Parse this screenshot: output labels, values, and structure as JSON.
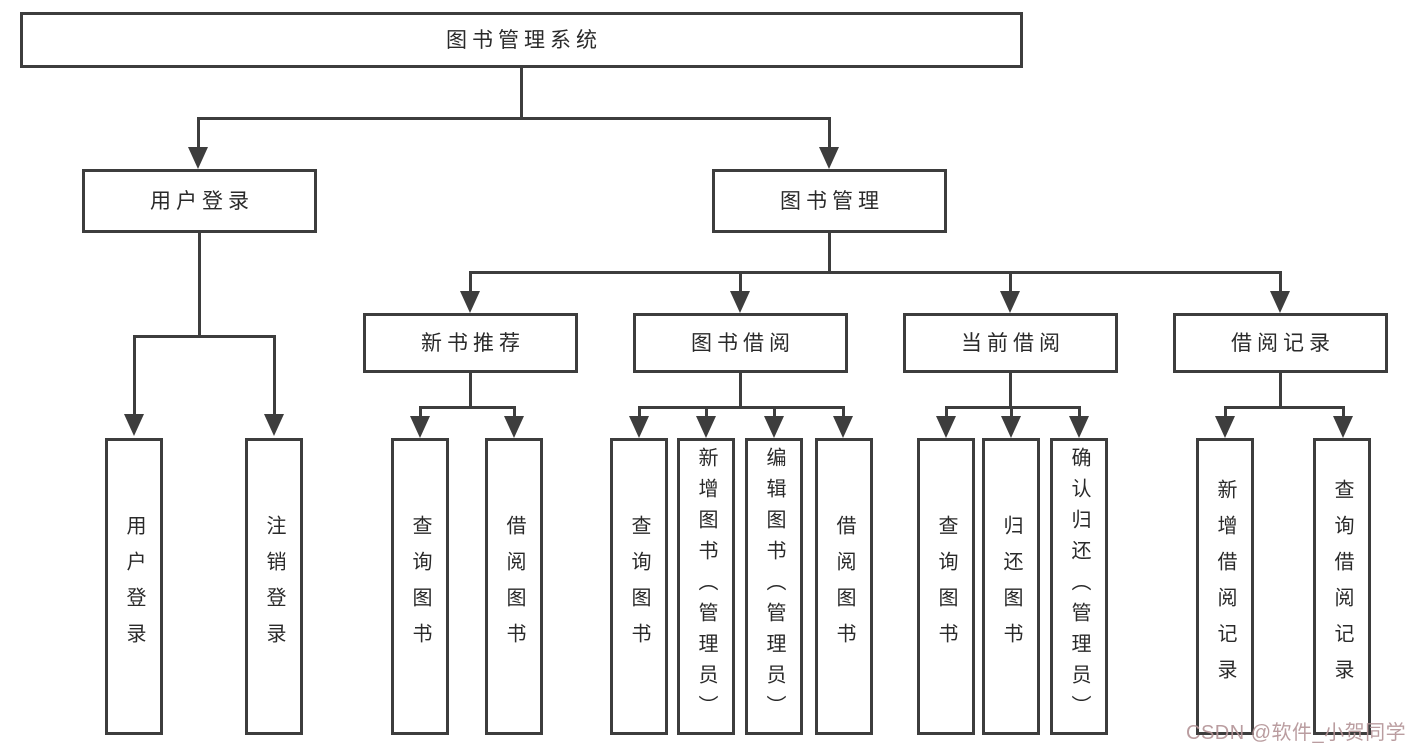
{
  "diagram": {
    "root": "图书管理系统",
    "level2": [
      "用户登录",
      "图书管理"
    ],
    "level3": [
      "新书推荐",
      "图书借阅",
      "当前借阅",
      "借阅记录"
    ],
    "leaves": {
      "user_login": [
        "用户登录",
        "注销登录"
      ],
      "new_book": [
        "查询图书",
        "借阅图书"
      ],
      "book_borrow": [
        "查询图书",
        "新增图书（管理员）",
        "编辑图书（管理员）",
        "借阅图书"
      ],
      "current_borrow": [
        "查询图书",
        "归还图书",
        "确认归还（管理员）"
      ],
      "borrow_record": [
        "新增借阅记录",
        "查询借阅记录"
      ]
    },
    "watermark": "CSDN @软件_小贺同学",
    "colors": {
      "line": "#3d3d3d",
      "text": "#2a2a2a",
      "watermark": "#b59598",
      "background": "#ffffff"
    }
  }
}
